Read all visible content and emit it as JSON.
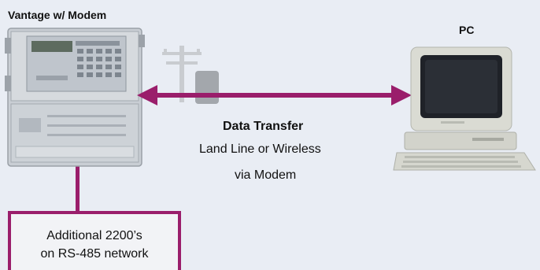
{
  "vantage": {
    "title": "Vantage w/ Modem"
  },
  "pc": {
    "title": "PC"
  },
  "transfer": {
    "title": "Data Transfer",
    "line1": "Land Line or Wireless",
    "line2": "via Modem"
  },
  "network": {
    "line1": "Additional 2200’s",
    "line2": "on RS-485 network"
  },
  "colors": {
    "background": "#e9edf4",
    "accent": "#9a1e6b",
    "enclosure": "#cfd3d8",
    "monitor": "#d8d8d0"
  },
  "icons": [
    "data-logger-device",
    "telephone-pole-icon",
    "modem-box-icon",
    "desktop-computer-icon",
    "double-arrow"
  ]
}
